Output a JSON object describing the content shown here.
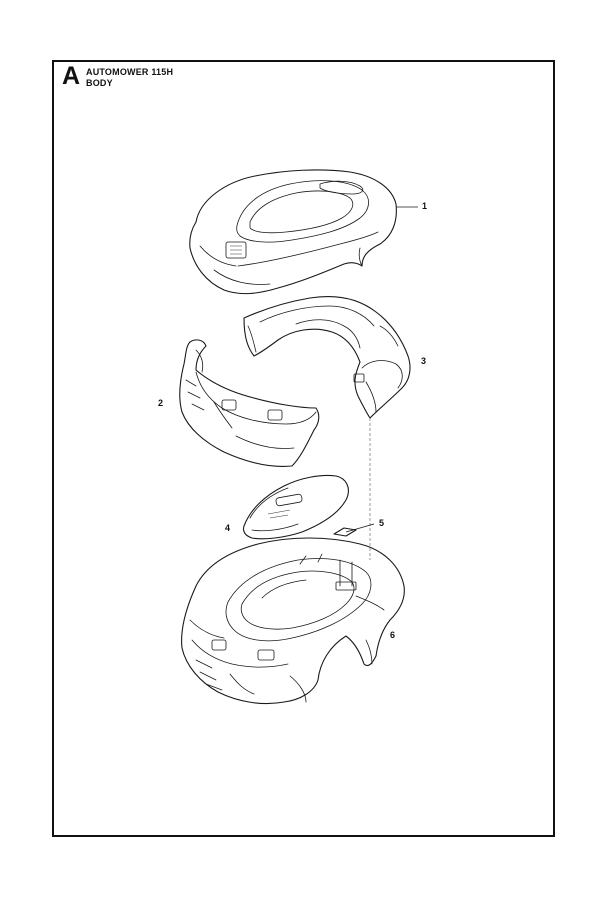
{
  "header": {
    "section_letter": "A",
    "model": "AUTOMOWER 115H",
    "group": "BODY"
  },
  "callouts": [
    {
      "id": "1",
      "label": "1"
    },
    {
      "id": "2",
      "label": "2"
    },
    {
      "id": "3",
      "label": "3"
    },
    {
      "id": "4",
      "label": "4"
    },
    {
      "id": "5",
      "label": "5"
    },
    {
      "id": "6",
      "label": "6"
    }
  ],
  "colors": {
    "line": "#1a1a1a",
    "background": "#ffffff"
  }
}
